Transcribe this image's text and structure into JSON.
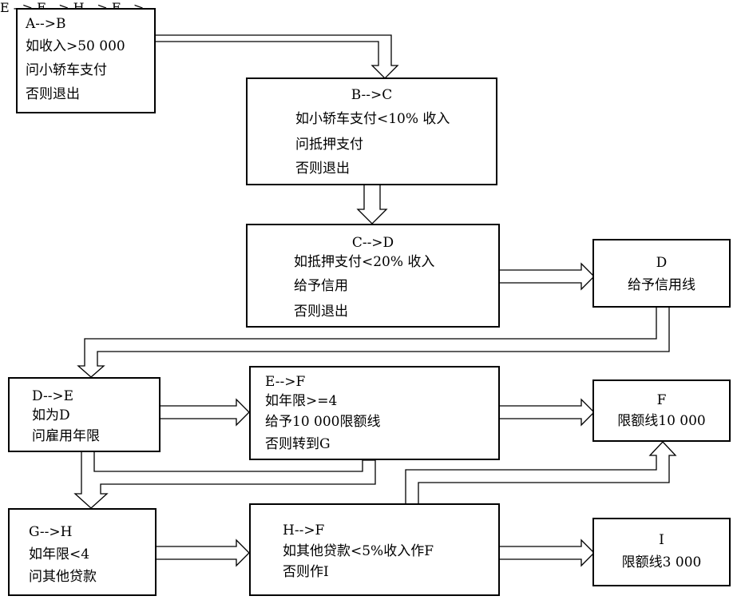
{
  "nodes": {
    "a": {
      "lines": [
        "A-->B",
        "如收入>50 000",
        "问小轿车支付",
        "否则退出"
      ]
    },
    "b": {
      "lines": [
        "B-->C",
        "如小轿车支付<10% 收入",
        "问抵押支付",
        "否则退出"
      ]
    },
    "c": {
      "lines": [
        "C-->D",
        "如抵押支付<20% 收入",
        "给予信用",
        "否则退出"
      ]
    },
    "d": {
      "lines": [
        "D",
        "给予信用线"
      ]
    },
    "de": {
      "lines": [
        "D-->E",
        "如为D",
        "问雇用年限"
      ]
    },
    "ef": {
      "lines": [
        "E-->F",
        "如年限>=4",
        "给予10 000限额线",
        "否则转到G"
      ]
    },
    "f": {
      "lines": [
        "F",
        "限额线10 000"
      ]
    },
    "gh": {
      "lines": [
        "G-->H",
        "如年限<4",
        "问其他贷款"
      ]
    },
    "hf": {
      "lines": [
        "H-->F",
        "如其他贷款<5%收入作F",
        "否则作I"
      ]
    },
    "i": {
      "lines": [
        "I",
        "限额线3 000"
      ]
    }
  }
}
